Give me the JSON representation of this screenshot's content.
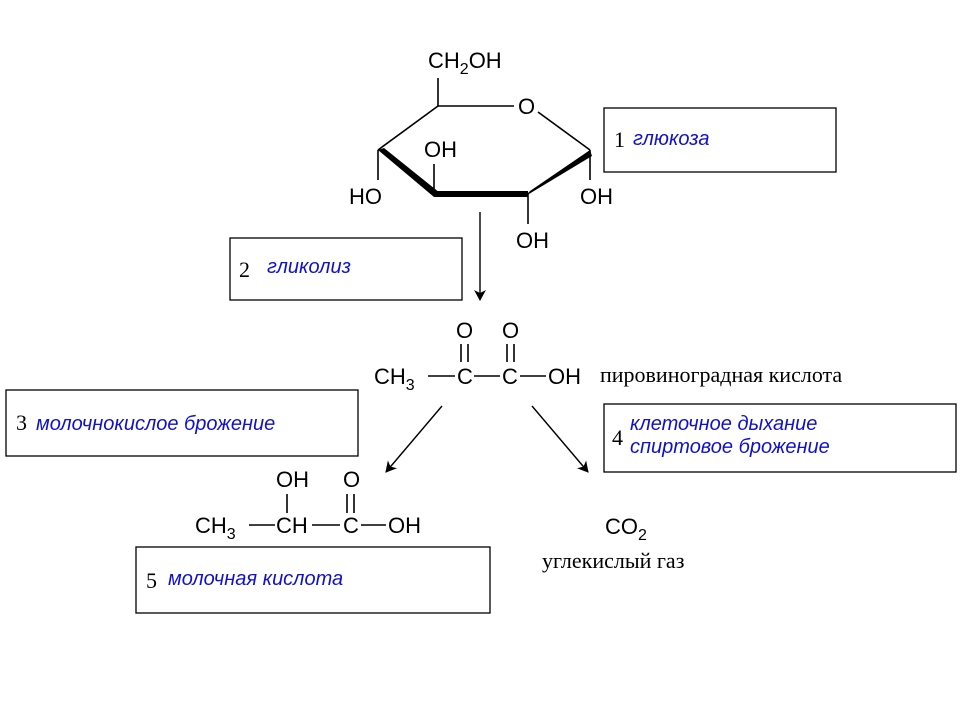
{
  "glucose": {
    "ch2oh_main": "CH",
    "ch2oh_sub": "2",
    "ch2oh_tail": "OH",
    "ring_o": "O",
    "oh_top": "OH",
    "ho_left": "HO",
    "oh_right": "OH",
    "oh_bottom": "OH"
  },
  "pyruvate": {
    "o1": "O",
    "o2": "O",
    "ch3_main": "CH",
    "ch3_sub": "3",
    "c1": "C",
    "c2": "C",
    "oh": "OH",
    "name": "пировиноградная кислота"
  },
  "lactate": {
    "oh_top": "OH",
    "o_top": "O",
    "ch3_main": "CH",
    "ch3_sub": "3",
    "ch": "CH",
    "c": "C",
    "oh": "OH"
  },
  "co2": {
    "main": "CO",
    "sub": "2",
    "name": "углекислый газ"
  },
  "boxes": [
    {
      "num": "1",
      "lines": [
        "глюкоза"
      ]
    },
    {
      "num": "2",
      "lines": [
        "гликолиз"
      ]
    },
    {
      "num": "3",
      "lines": [
        "молочнокислое брожение"
      ]
    },
    {
      "num": "4",
      "lines": [
        "клеточное дыхание",
        "спиртовое брожение"
      ]
    },
    {
      "num": "5",
      "lines": [
        "молочная кислота"
      ]
    }
  ],
  "colors": {
    "label_text": "#1010d0",
    "lines": "#000000"
  }
}
